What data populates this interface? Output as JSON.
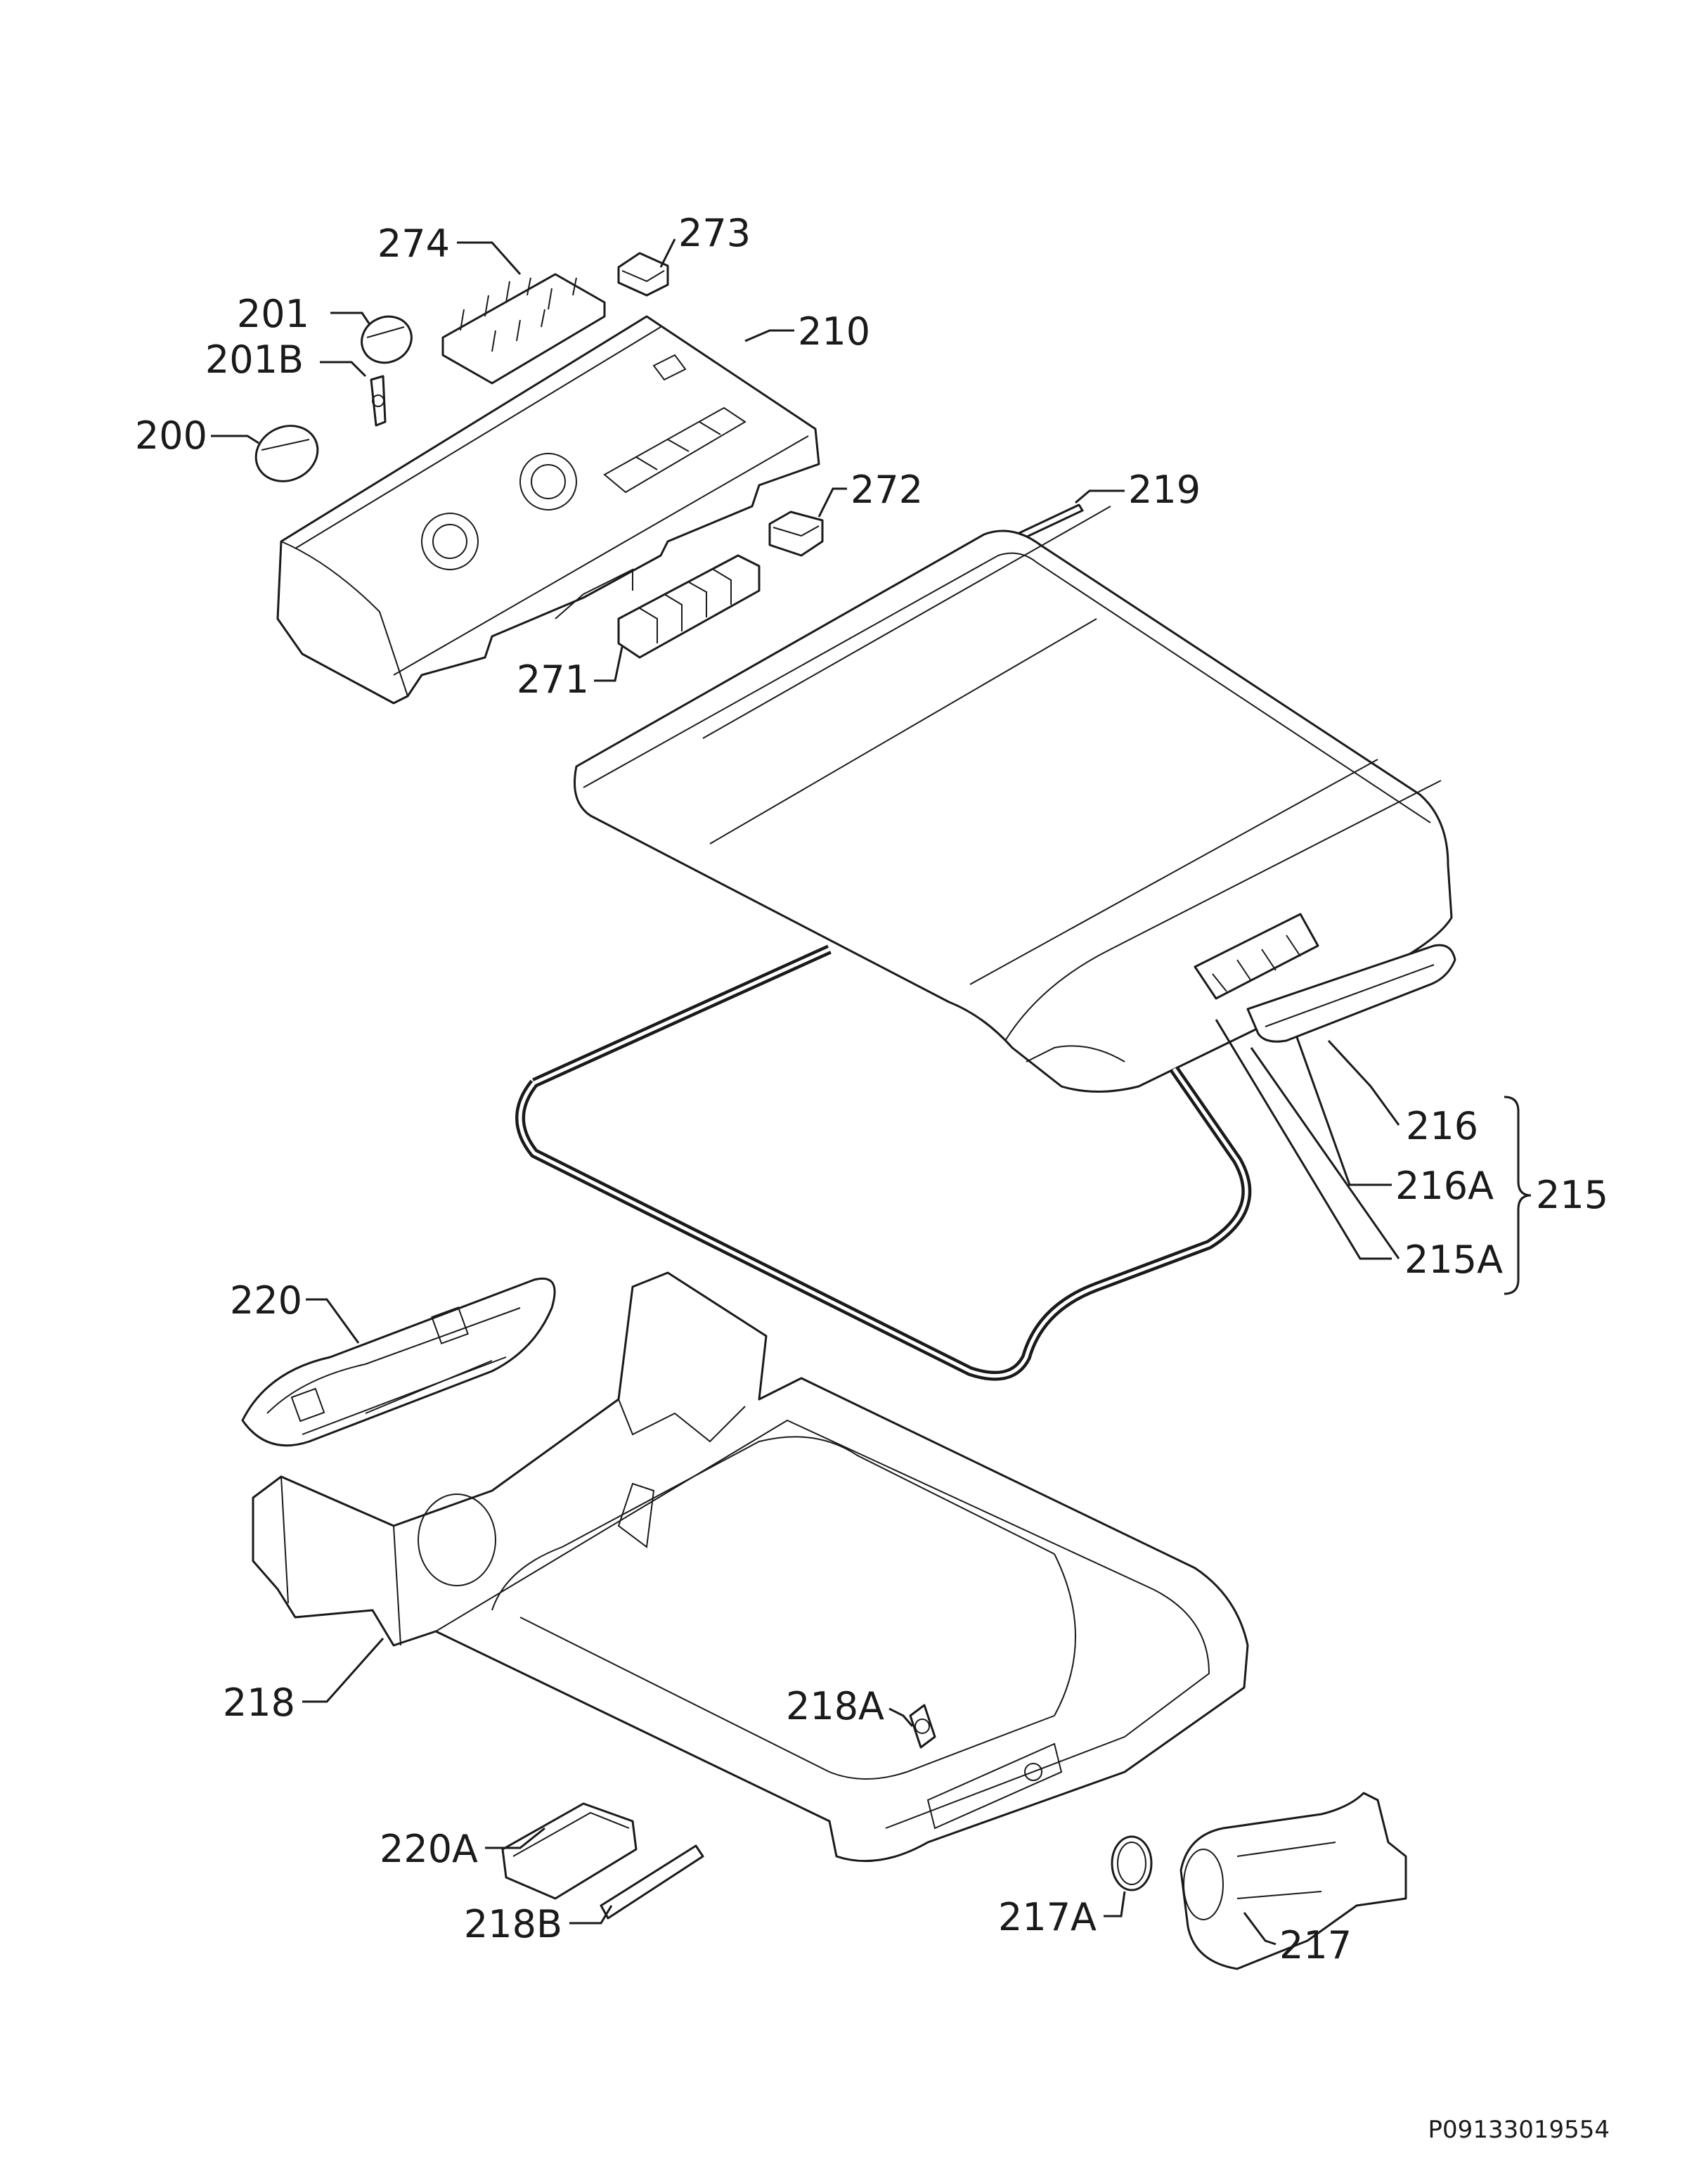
{
  "labels": {
    "l274": "274",
    "l273": "273",
    "l201": "201",
    "l201b": "201B",
    "l210": "210",
    "l200": "200",
    "l272": "272",
    "l219": "219",
    "l271": "271",
    "l216": "216",
    "l216a": "216A",
    "l215": "215",
    "l215a": "215A",
    "l220": "220",
    "l218": "218",
    "l218a": "218A",
    "l220a": "220A",
    "l217a": "217A",
    "l218b": "218B",
    "l217": "217"
  },
  "reference_code": "P09133019554"
}
